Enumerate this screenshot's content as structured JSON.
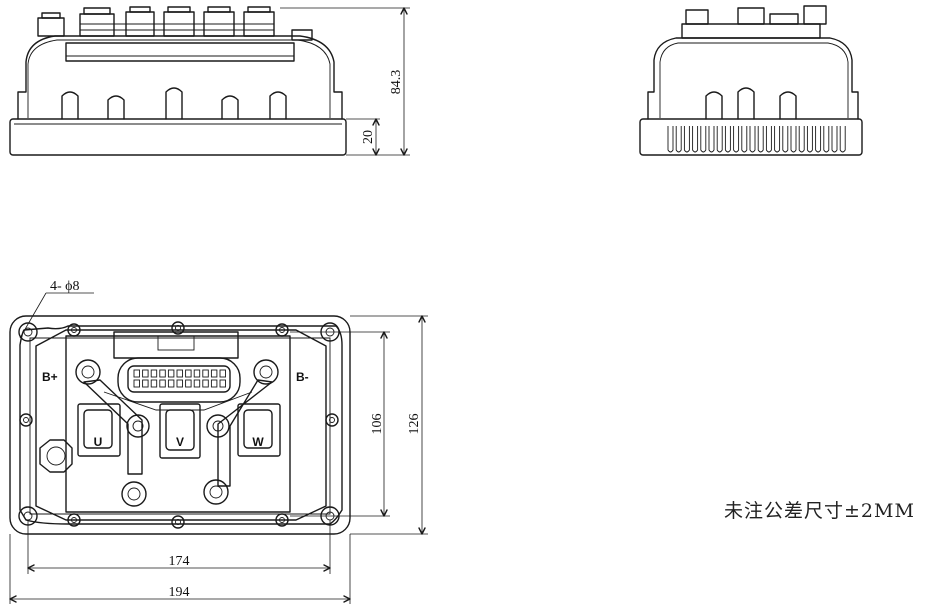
{
  "dimensions": {
    "total_height": "84.3",
    "base_height": "20",
    "inner_height": "106",
    "outer_height": "126",
    "inner_width": "174",
    "outer_width": "194",
    "hole_callout": "4- ϕ8"
  },
  "terminals": {
    "b_plus": "B+",
    "b_minus": "B-",
    "u": "U",
    "v": "V",
    "w": "W"
  },
  "note": "未注公差尺寸±2MM"
}
